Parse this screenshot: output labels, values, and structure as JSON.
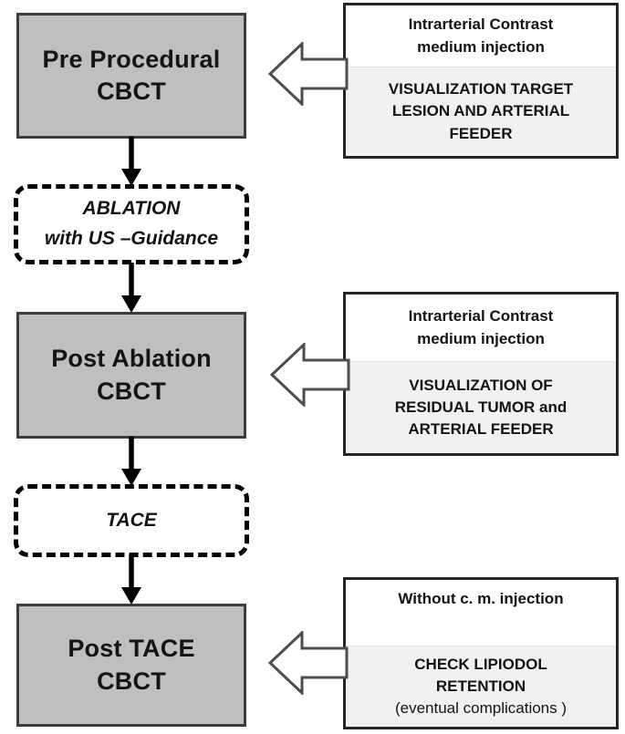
{
  "colors": {
    "background": "#ffffff",
    "step_fill": "#bfbfbf",
    "step_border": "#3d3d3d",
    "note_border": "#262626",
    "note_body_fill": "#f1f1f1",
    "text": "#141414",
    "arrow": "#000000",
    "block_arrow_outline": "#4d4d4d"
  },
  "steps": {
    "pre_procedural": {
      "line1": "Pre Procedural",
      "line2": "CBCT"
    },
    "ablation": {
      "line1": "ABLATION",
      "line2": "with US –Guidance"
    },
    "post_ablation": {
      "line1": "Post Ablation",
      "line2": "CBCT"
    },
    "tace": {
      "line1": "TACE"
    },
    "post_tace": {
      "line1": "Post TACE",
      "line2": "CBCT"
    }
  },
  "notes": {
    "note1": {
      "header_line1": "Intrarterial Contrast",
      "header_line2": "medium injection",
      "body_line1": "VISUALIZATION TARGET",
      "body_line2": "LESION AND ARTERIAL",
      "body_line3": "FEEDER"
    },
    "note2": {
      "header_line1": "Intrarterial Contrast",
      "header_line2": "medium injection",
      "body_line1": "VISUALIZATION OF",
      "body_line2": "RESIDUAL TUMOR and",
      "body_line3": "ARTERIAL FEEDER"
    },
    "note3": {
      "header_line1": "Without c. m. injection",
      "body_line1": "CHECK LIPIODOL",
      "body_line2": "RETENTION",
      "body_line3": "(eventual complications )"
    }
  }
}
